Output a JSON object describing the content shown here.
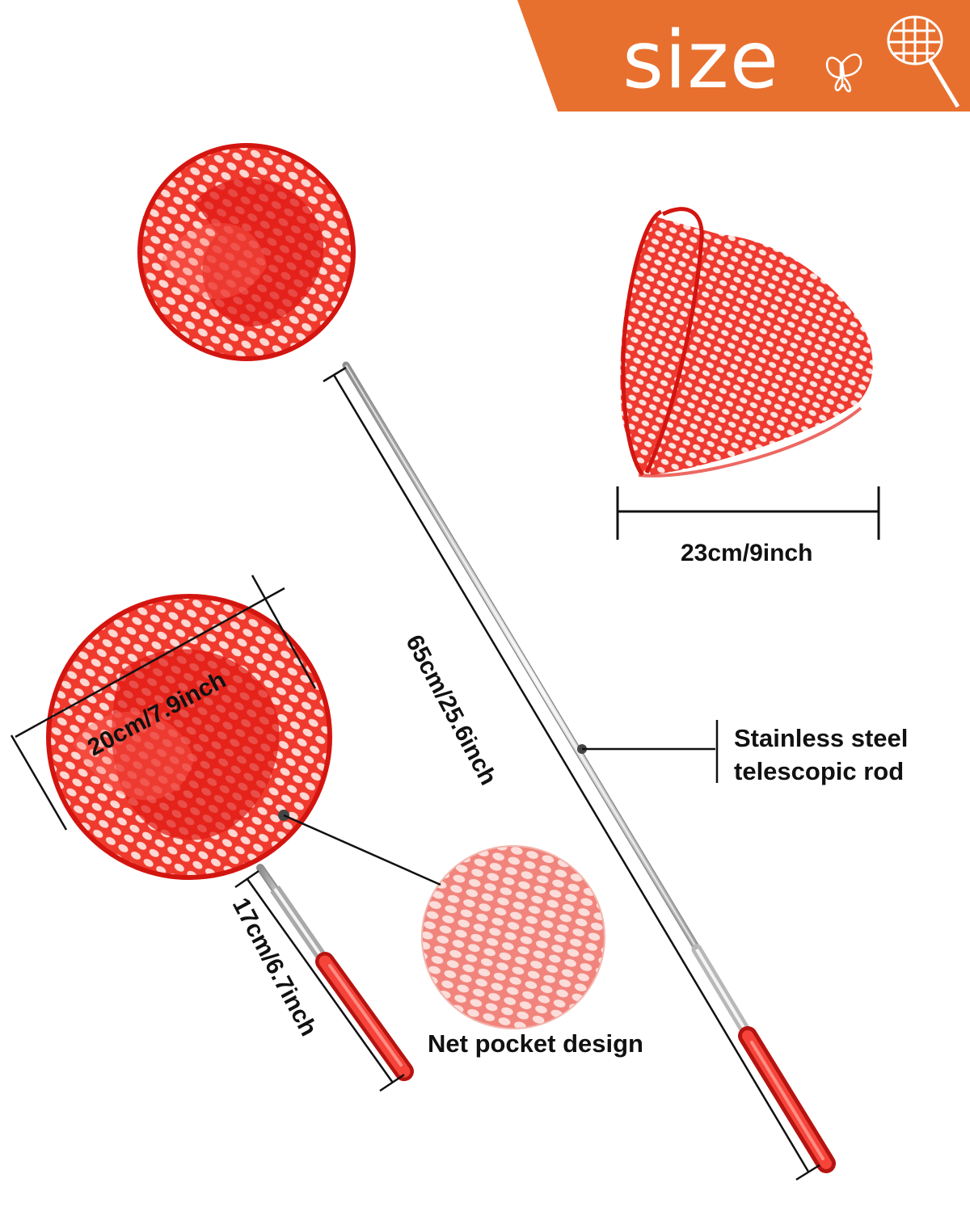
{
  "header": {
    "title": "size",
    "accent_color": "#e8702f",
    "icons": [
      "butterfly-icon",
      "butterfly-net-icon"
    ]
  },
  "product": {
    "net_color": "#e8251f",
    "handle_color": "#e8251f",
    "rod_color": "#c9c9c9"
  },
  "dimensions": {
    "head_width": "23cm/9inch",
    "rod_length": "65cm/25.6inch",
    "ring_diameter": "20cm/7.9inch",
    "handle_length": "17cm/6.7inch"
  },
  "callouts": {
    "rod_line1": "Stainless steel",
    "rod_line2": "telescopic rod",
    "pocket": "Net pocket design"
  }
}
